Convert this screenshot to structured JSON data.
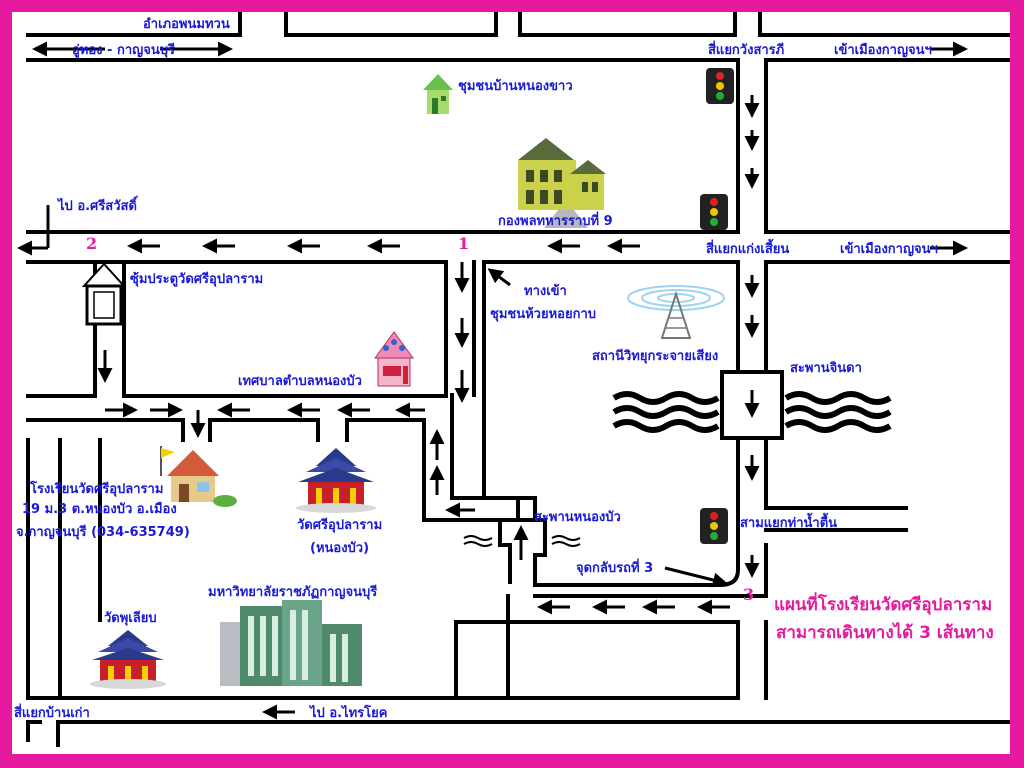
{
  "colors": {
    "border": "#e61aa0",
    "road": "#000000",
    "label": "#1a1ad6",
    "accent": "#e61aa0"
  },
  "labels": {
    "amphoe_phanom_thuan": "อำเภอพนมทวน",
    "u_thong_kanchanaburi": "อู่ทอง - กาญจนบุรี",
    "sayaeng_wang_sarapi": "สี่แยกวังสารภี",
    "into_town_top": "เข้าเมืองกาญจนฯ",
    "chumchon_nong_khao": "ชุมชนบ้านหนองขาว",
    "army_regiment": "กองพลทหารราบที่ 9",
    "to_si_sawat": "ไป อ.ศรีสวัสดิ์",
    "sayaeng_kaeng_sian": "สี่แยกแก่งเสี้ยน",
    "into_town_mid": "เข้าเมืองกาญจนฯ",
    "temple_gate": "ซุ้มประตูวัดศรีอุปลาราม",
    "entrance": "ทางเข้า",
    "chumchon_huai_hoi_kaphao": "ชุมชนห้วยหอยกาบ",
    "radio_station": "สถานีวิทยุกระจายเสียง",
    "saphan_chinda": "สะพานจินดา",
    "tessaban": "เทศบาลตำบลหนองบัว",
    "school_name": "โรงเรียนวัดศรีอุปลาราม",
    "school_addr1": "19 ม.3 ต.หนองบัว อ.เมือง",
    "school_addr2": "จ.กาญจนบุรี (034-635749)",
    "wat_name": "วัดศรีอุปลาราม",
    "wat_sub": "(หนองบัว)",
    "saphan_nong_bua": "สะพานหนองบัว",
    "samyaeng_tha_nam_tuen": "สามแยกท่าน้ำตื้น",
    "uturn": "จุดกลับรถที่ 3",
    "university": "มหาวิทยาลัยราชภัฏกาญจนบุรี",
    "wat_phu_liap": "วัดพุเลียบ",
    "sayaeng_ban_kao": "สี่แยกบ้านเก่า",
    "to_sai_yok": "ไป อ.ไทรโยค",
    "title_line1": "แผนที่โรงเรียนวัดศรีอุปลาราม",
    "title_line2": "สามารถเดินทางได้ 3 เส้นทาง"
  },
  "route_markers": [
    "1",
    "2",
    "3"
  ],
  "icons": [
    "traffic-light-icon",
    "house-icon",
    "mansion-icon",
    "pavilion-icon",
    "temple-icon",
    "radio-tower-icon",
    "office-building-icon",
    "water-wave-icon"
  ]
}
